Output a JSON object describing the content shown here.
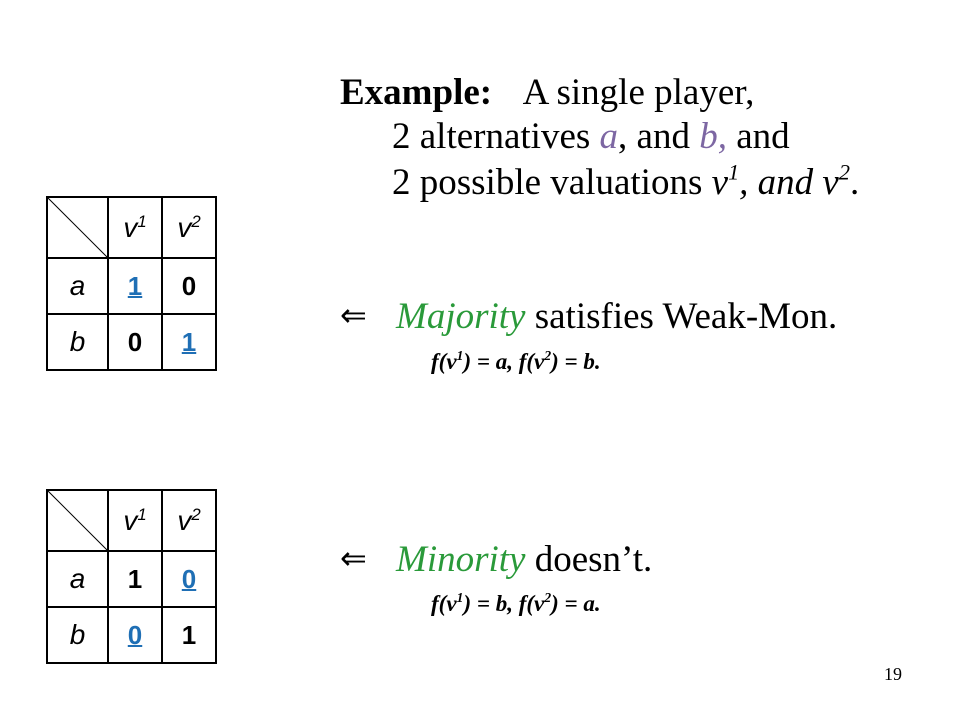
{
  "header": {
    "example_label": "Example:",
    "line1_rest": "A single player,",
    "line2_a": "2 alternatives",
    "alt_a": "a",
    "line2_b": ", and",
    "alt_b": "b,",
    "line2_c": "and",
    "line3_a": "2 possible valuations",
    "v": "v",
    "sup1": "1",
    "line3_mid": ", and",
    "sup2": "2",
    "line3_end": "."
  },
  "bullet_majority": {
    "arrow": "⇐",
    "rule": "Majority",
    "text": "satisfies Weak-Mon.",
    "formula": {
      "f1": "f(v",
      "s1": "1",
      "m1": ") = a,  f(v",
      "s2": "2",
      "m2": ") = b."
    }
  },
  "bullet_minority": {
    "arrow": "⇐",
    "rule": "Minority",
    "text": "doesn’t.",
    "formula": {
      "f1": "f(v",
      "s1": "1",
      "m1": ") = b,  f(v",
      "s2": "2",
      "m2": ") = a."
    }
  },
  "table_top": {
    "col_letter": "v",
    "col1_sup": "1",
    "col2_sup": "2",
    "row_a": "a",
    "row_b": "b",
    "a1": "1",
    "a2": "0",
    "b1": "0",
    "b2": "1"
  },
  "table_bottom": {
    "col_letter": "v",
    "col1_sup": "1",
    "col2_sup": "2",
    "row_a": "a",
    "row_b": "b",
    "a1": "1",
    "a2": "0",
    "b1": "0",
    "b2": "1"
  },
  "page_number": "19",
  "colors": {
    "highlight_blue": "#1f6fb5",
    "rule_green": "#2a9a3a",
    "alternative_purple": "#7d67a3"
  }
}
